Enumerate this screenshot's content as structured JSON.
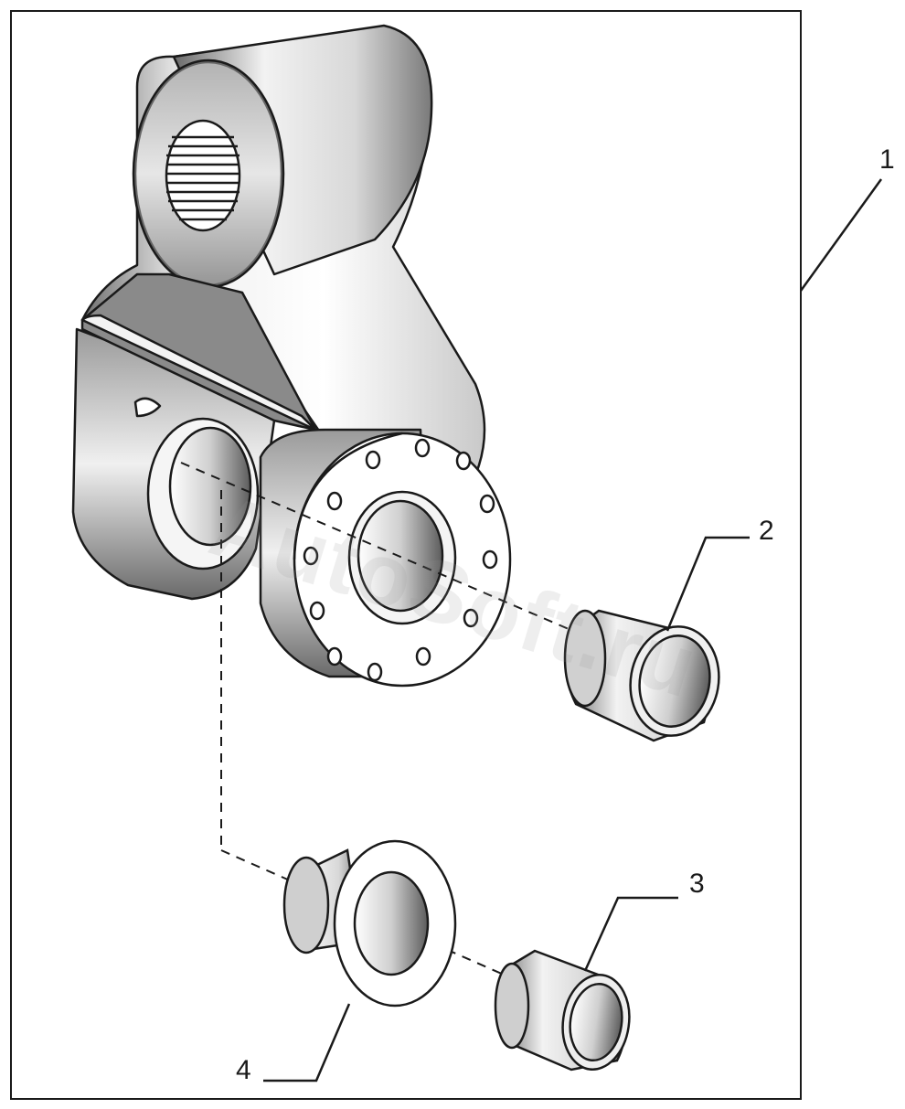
{
  "callouts": {
    "c1": "1",
    "c2": "2",
    "c3": "3",
    "c4": "4"
  },
  "watermark": "AutoSoft.ru",
  "colors": {
    "line": "#1a1a1a",
    "fill": "#ffffff",
    "shade_dark": "#5a5a5a",
    "shade_mid": "#9a9a9a",
    "shade_light": "#e6e6e6"
  }
}
